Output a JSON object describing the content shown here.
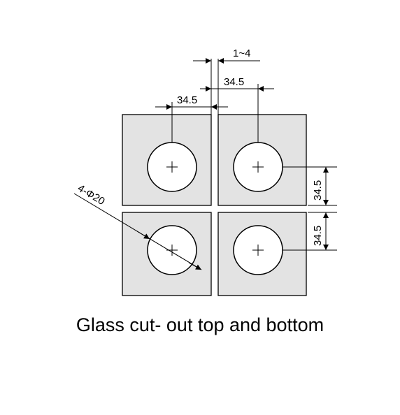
{
  "dimensions": {
    "gap": "1~4",
    "top_offset": "34.5",
    "left_offset": "34.5",
    "right_upper_offset": "34.5",
    "right_lower_offset": "34.5",
    "hole_spec": "4-Φ20"
  },
  "caption": "Glass cut- out top and bottom",
  "colors": {
    "plate_fill": "#e3e3e3",
    "line": "#000000",
    "background": "#ffffff"
  }
}
